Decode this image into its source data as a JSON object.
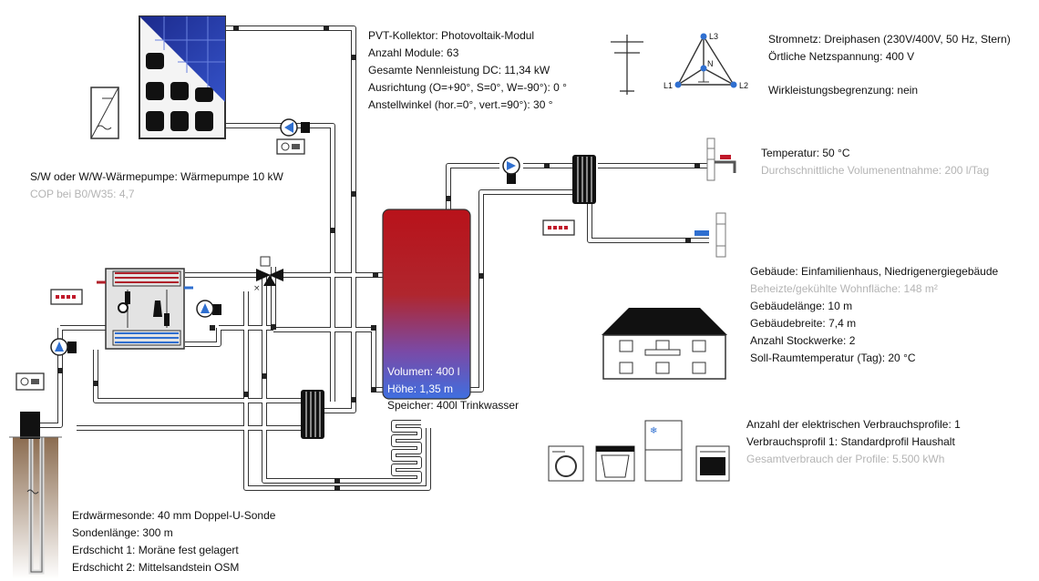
{
  "pvt": {
    "lines": [
      "PVT-Kollektor: Photovoltaik-Modul",
      "Anzahl Module: 63",
      "Gesamte Nennleistung DC: 11,34 kW",
      "Ausrichtung (O=+90°, S=0°, W=-90°): 0 °",
      "Anstellwinkel (hor.=0°, vert.=90°): 30 °"
    ]
  },
  "grid": {
    "lines": [
      "Stromnetz: Dreiphasen (230V/400V, 50 Hz, Stern)",
      "Örtliche Netzspannung: 400 V"
    ],
    "limit": "Wirkleistungsbegrenzung: nein",
    "phase_labels": [
      "L3",
      "N",
      "L1",
      "L2"
    ]
  },
  "heatpump": {
    "title": "S/W oder W/W-Wärmepumpe: Wärmepumpe 10 kW",
    "cop": "COP bei B0/W35: 4,7"
  },
  "hotwater": {
    "temp": "Temperatur: 50 °C",
    "draw": "Durchschnittliche Volumenentnahme: 200 l/Tag"
  },
  "tank": {
    "volume": "Volumen: 400 l",
    "height": "Höhe: 1,35 m",
    "caption": "Speicher: 400l Trinkwasser",
    "colors": {
      "top": "#b8121a",
      "bottom": "#3f6fe0"
    }
  },
  "building": {
    "title": "Gebäude: Einfamilienhaus, Niedrigenergiegebäude",
    "area": "Beheizte/gekühlte Wohnfläche: 148 m²",
    "lines": [
      "Gebäudelänge: 10 m",
      "Gebäudebreite: 7,4 m",
      "Anzahl Stockwerke: 2",
      "Soll-Raumtemperatur (Tag): 20 °C"
    ]
  },
  "consumption": {
    "lines": [
      "Anzahl der elektrischen Verbrauchsprofile: 1",
      "Verbrauchsprofil 1: Standardprofil Haushalt"
    ],
    "total": "Gesamtverbrauch der Profile: 5.500 kWh"
  },
  "ground": {
    "lines": [
      "Erdwärmesonde: 40 mm Doppel-U-Sonde",
      "Sondenlänge: 300 m",
      "Erdschicht 1: Moräne fest gelagert",
      "Erdschicht 2: Mittelsandstein OSM"
    ]
  },
  "colors": {
    "pump_blue": "#2f6fd0",
    "hot_red": "#c0182a",
    "cold_blue": "#2f6fd0",
    "soil": "#8a6a4e"
  }
}
